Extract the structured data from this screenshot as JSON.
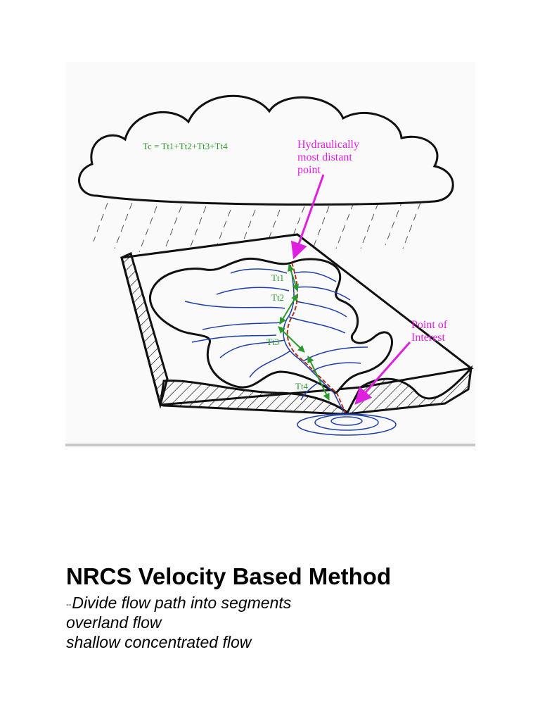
{
  "figure": {
    "formula": "Tc = Tt1+Tt2+Tt3+Tt4",
    "label_start": [
      "Hydraulically",
      "most distant",
      "point"
    ],
    "label_outlet": [
      "Point of",
      "Interest"
    ],
    "segments": [
      "Tt1",
      "Tt2",
      "Tt3",
      "Tt4"
    ],
    "colors": {
      "magenta": "#e020e0",
      "green": "#2a9a2a",
      "blue": "#1f3fa8",
      "red": "#b03020",
      "ink": "#111111"
    }
  },
  "slide": {
    "heading": "NRCS Velocity Based Method",
    "bullet_marker": "--",
    "bullets": [
      "Divide flow path into segments",
      "overland flow",
      "shallow concentrated flow"
    ]
  }
}
